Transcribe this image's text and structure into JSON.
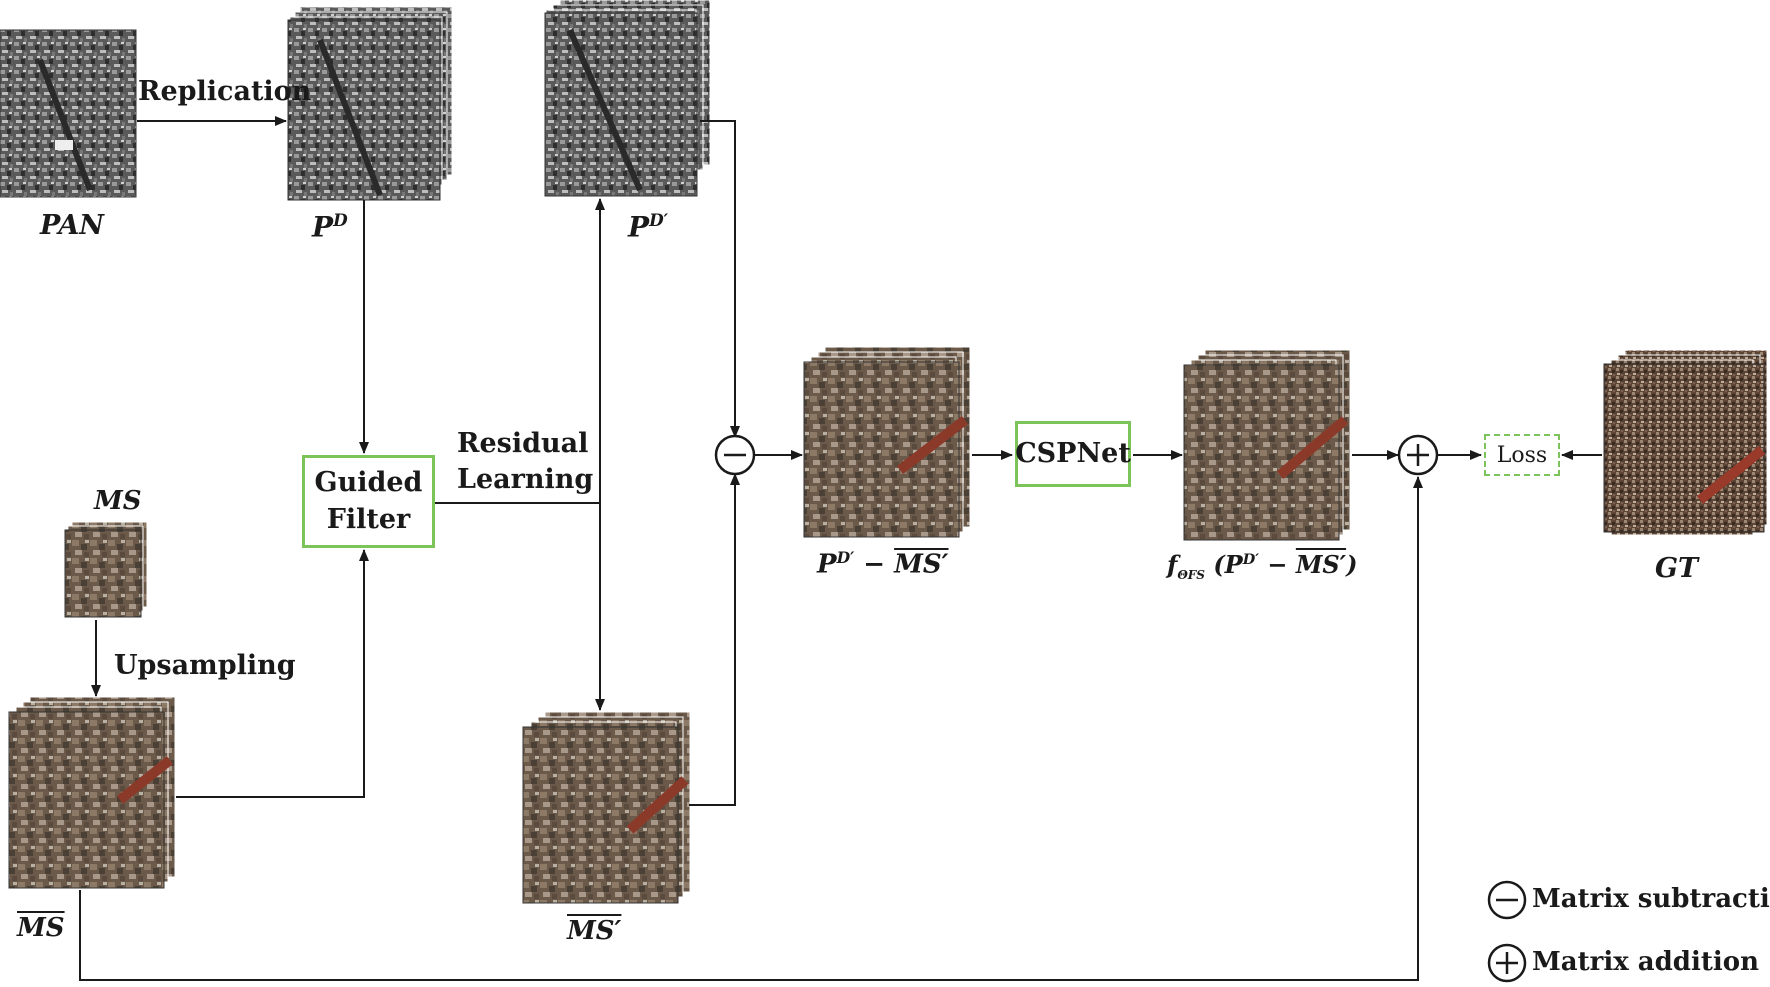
{
  "nodes": {
    "pan": "PAN",
    "pd": "P",
    "pd_sup": "D",
    "pdp": "P",
    "pdp_sup": "D′",
    "ms": "MS",
    "ms_up": "MS",
    "ms_prime": "MS′",
    "diff_p": "P",
    "diff_sup": "D′",
    "diff_minus": " − ",
    "diff_ms": "MS′",
    "f_name": "f",
    "f_sub": "ΘFS",
    "f_arg_p": " (P",
    "f_arg_sup": "D′",
    "f_arg_minus": " − ",
    "f_arg_ms": "MS′",
    "f_arg_close": ")",
    "gt": "GT"
  },
  "edges": {
    "replication": "Replication",
    "residual_1": "Residual",
    "residual_2": "Learning",
    "upsampling": "Upsampling"
  },
  "blocks": {
    "guided_1": "Guided",
    "guided_2": "Filter",
    "cspnet": "CSPNet",
    "loss": "Loss"
  },
  "legend": {
    "subtraction": "Matrix subtraction",
    "addition": "Matrix addition"
  },
  "colors": {
    "block_border": "#7cc35a",
    "line": "#1a1a1a"
  }
}
